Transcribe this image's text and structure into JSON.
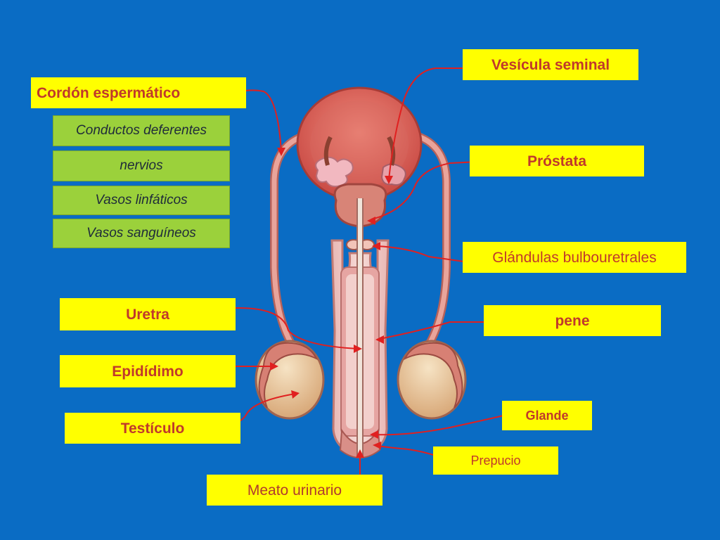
{
  "background_color": "#0a6cc4",
  "label_color": "#ffff00",
  "sublabel_color": "#9bd13b",
  "labels": {
    "vesicula": "Vesícula seminal",
    "cordon": "Cordón espermático",
    "prostata": "Próstata",
    "glandulas": "Glándulas bulbouretrales",
    "uretra": "Uretra",
    "pene": "pene",
    "epididimo": "Epidídimo",
    "testiculo": "Testículo",
    "glande": "Glande",
    "prepucio": "Prepucio",
    "meato": "Meato urinario"
  },
  "cord_components": [
    "Conductos deferentes",
    "nervios",
    "Vasos linfáticos",
    "Vasos sanguíneos"
  ]
}
